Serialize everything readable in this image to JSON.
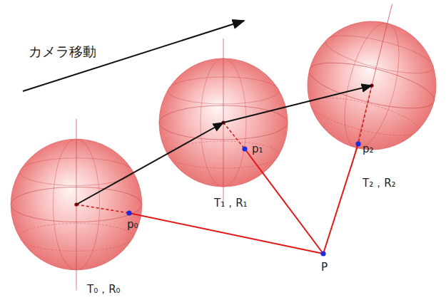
{
  "diagram": {
    "nodes": [
      {
        "text": [
          "T₀，R₀"
        ]
      },
      {
        "text": [
          "T₁，R₁"
        ]
      },
      {
        "text": [
          "T₂，R₂"
        ]
      }
    ],
    "edges": [
      {
        "from": 0,
        "to": 1,
        "arrow": "to"
      },
      {
        "from": 1,
        "to": 2,
        "arrow": "to"
      }
    ],
    "labels": [
      "カメラ移動",
      "p₀",
      "p₁",
      "p₂",
      "P"
    ]
  }
}
